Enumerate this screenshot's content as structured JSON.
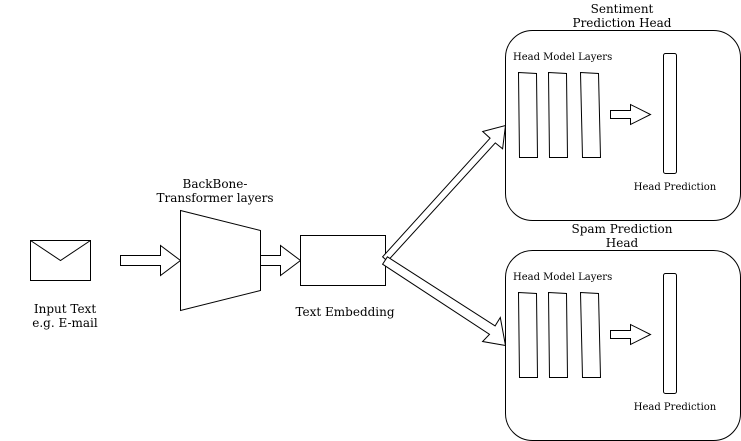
{
  "input": {
    "icon": "envelope-icon",
    "label_line1": "Input Text",
    "label_line2": "e.g. E-mail"
  },
  "backbone": {
    "label_line1": "BackBone-",
    "label_line2": "Transformer layers"
  },
  "embedding": {
    "label": "Text Embedding"
  },
  "heads": [
    {
      "title_line1": "Sentiment",
      "title_line2": "Prediction Head",
      "layers_label": "Head Model Layers",
      "prediction_label": "Head Prediction"
    },
    {
      "title_line1": "Spam Prediction",
      "title_line2": "Head",
      "layers_label": "Head Model Layers",
      "prediction_label": "Head Prediction"
    }
  ],
  "colors": {
    "stroke": "#000000",
    "fill": "#ffffff"
  }
}
